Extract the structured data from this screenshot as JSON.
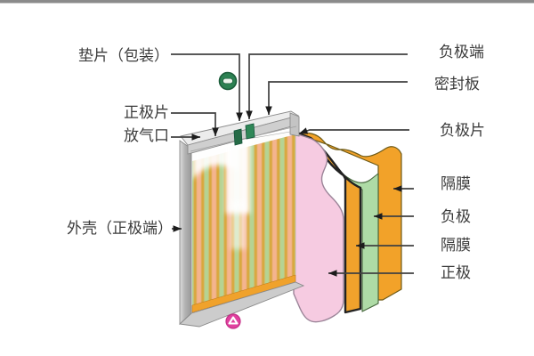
{
  "diagram": {
    "subject": "battery-structure-cutaway",
    "labels": {
      "gasket": "垫片（包装）",
      "positive_sheet": "正极片",
      "vent": "放气口",
      "case_positive_terminal": "外壳（正极端）",
      "negative_terminal": "负极端",
      "sealing_plate": "密封板",
      "negative_sheet": "负极片",
      "separator_outer": "隔膜",
      "negative_electrode": "负极",
      "separator_inner": "隔膜",
      "positive_electrode": "正极"
    },
    "icons": {
      "negative_badge": "green-circle-minus",
      "positive_badge": "magenta-circle-triangle"
    },
    "colors": {
      "separator_orange": "#f2a229",
      "negative_green": "#aedba6",
      "positive_pink": "#f6cbe1",
      "stripe_salmon": "#f4b48e",
      "stripe_gold": "#d9a83e",
      "stripe_green": "#b5d393",
      "case_gray": "#b5b5b5",
      "badge_green": "#2c8152",
      "badge_magenta": "#e0419f",
      "leader_line": "#414141",
      "top_bar": "#8b8b8b"
    }
  }
}
